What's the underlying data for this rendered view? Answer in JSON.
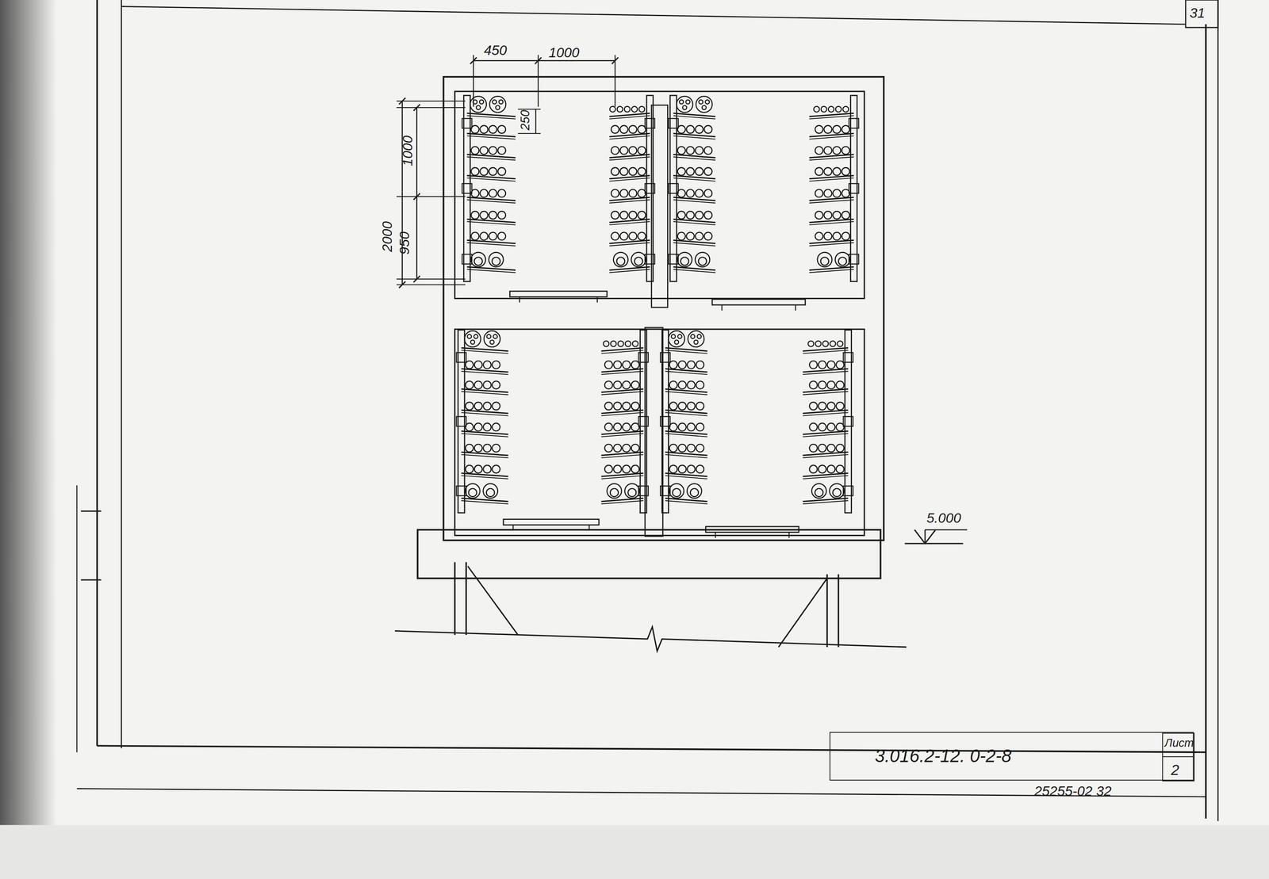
{
  "diagram": {
    "nodes": [
      {
        "text": [
          "3.016.2-12. 0-2-8"
        ]
      },
      {
        "text": [
          "Лист",
          "2"
        ],
        "in": 0
      }
    ],
    "labels": [
      "31",
      "450",
      "1000",
      "250",
      "1000",
      "2000",
      "950",
      "5.000",
      "25255-02 32"
    ]
  }
}
